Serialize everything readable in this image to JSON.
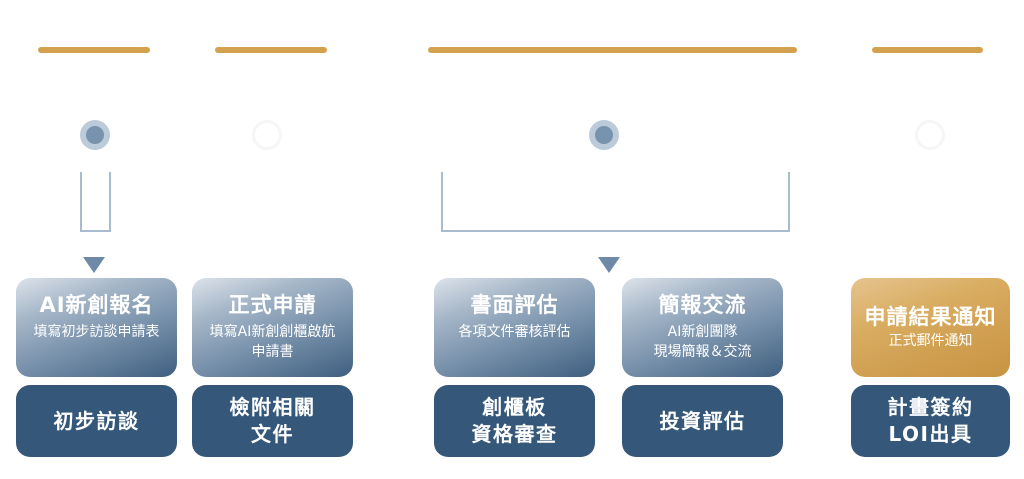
{
  "colors": {
    "gold": "#d4a24e",
    "navy": "#35587a",
    "dot_active": "#7793ae",
    "dot_halo": "#bccbda",
    "bracket": "#a9bccf",
    "arrow": "#6f8aa6"
  },
  "timeline": {
    "stages": [
      {
        "state": "active"
      },
      {
        "state": "inactive"
      },
      {
        "state": "active"
      },
      {
        "state": "inactive"
      }
    ]
  },
  "steps": [
    {
      "title": "AI新創報名",
      "subtitle": "填寫初步訪談申請表",
      "result": "初步訪談",
      "style": "blue"
    },
    {
      "title": "正式申請",
      "subtitle": "填寫AI新創創櫃啟航\n申請書",
      "result": "檢附相關\n文件",
      "style": "blue"
    },
    {
      "title": "書面評估",
      "subtitle": "各項文件審核評估",
      "result": "創櫃板\n資格審查",
      "style": "blue"
    },
    {
      "title": "簡報交流",
      "subtitle": "AI新創團隊\n現場簡報＆交流",
      "result": "投資評估",
      "style": "blue"
    },
    {
      "title": "申請結果通知",
      "subtitle": "正式郵件通知",
      "result": "計畫簽約\nLOI出具",
      "style": "gold"
    }
  ]
}
